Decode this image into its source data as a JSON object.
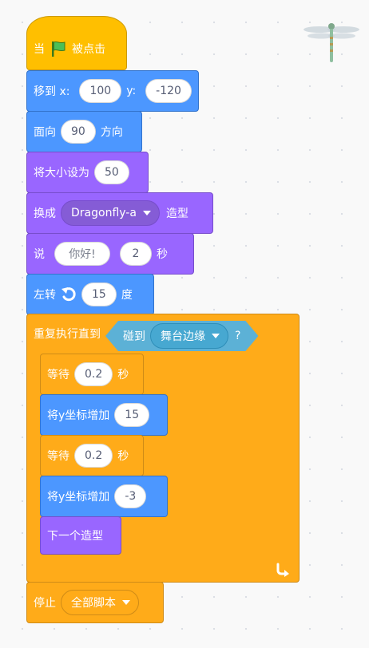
{
  "blocks": {
    "hat": {
      "prefix": "当",
      "suffix": "被点击",
      "flag_icon": "green-flag-icon"
    },
    "goto": {
      "label": "移到 x:",
      "x_value": "100",
      "y_label": "y:",
      "y_value": "-120"
    },
    "point": {
      "label": "面向",
      "value": "90",
      "suffix": "方向"
    },
    "size": {
      "label": "将大小设为",
      "value": "50"
    },
    "costume": {
      "label": "换成",
      "dropdown": "Dragonfly-a",
      "suffix": "造型"
    },
    "say": {
      "label": "说",
      "text": "你好!",
      "secs": "2",
      "suffix": "秒"
    },
    "turn": {
      "label": "左转",
      "icon": "rotate-left-icon",
      "value": "15",
      "suffix": "度"
    },
    "repeat": {
      "label": "重复执行直到",
      "cond_label": "碰到",
      "cond_dropdown": "舞台边缘",
      "cond_q": "?",
      "loop_icon": "loop-arrow-icon"
    },
    "wait1": {
      "label": "等待",
      "value": "0.2",
      "suffix": "秒"
    },
    "change1": {
      "label": "将y坐标增加",
      "value": "15"
    },
    "wait2": {
      "label": "等待",
      "value": "0.2",
      "suffix": "秒"
    },
    "change2": {
      "label": "将y坐标增加",
      "value": "-3"
    },
    "next": {
      "label": "下一个造型"
    },
    "stop": {
      "label": "停止",
      "dropdown": "全部脚本"
    }
  },
  "sprite": {
    "icon": "dragonfly-sprite-icon"
  },
  "colors": {
    "motion": "#4c97ff",
    "looks": "#9966ff",
    "control": "#ffab19",
    "events": "#ffbf00",
    "sensing": "#5cb1d6"
  }
}
